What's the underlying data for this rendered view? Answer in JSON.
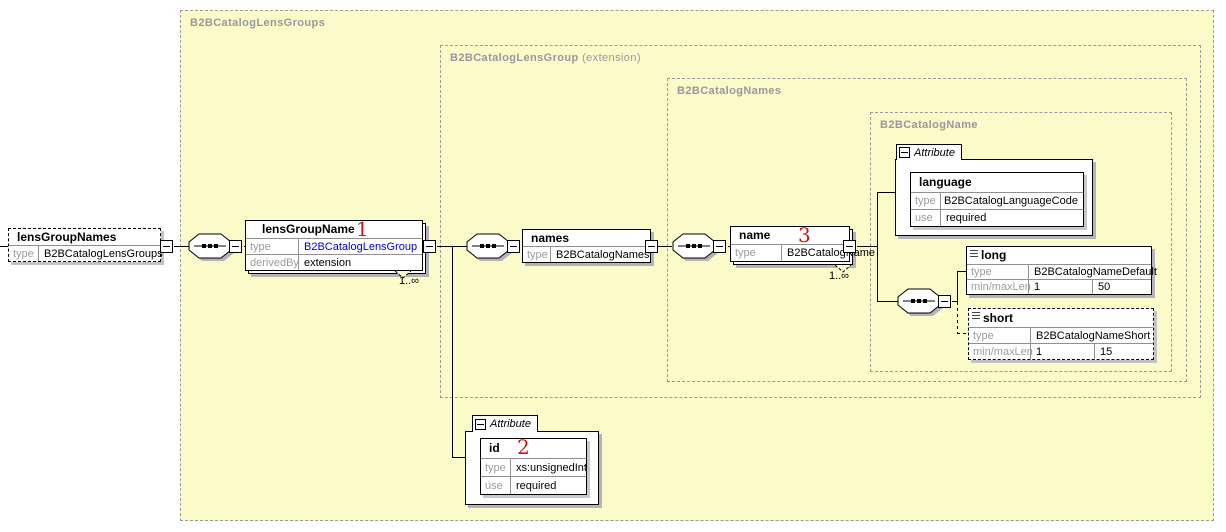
{
  "colors": {
    "container_fill": "#FBFBC9",
    "type_link_blue": "#0000D4",
    "annotation_red": "#CC1414"
  },
  "containers": {
    "lens_groups": {
      "label": "B2BCatalogLensGroups"
    },
    "lens_group": {
      "label": "B2BCatalogLensGroup",
      "qualifier": "(extension)"
    },
    "names": {
      "label": "B2BCatalogNames"
    },
    "name": {
      "label": "B2BCatalogName"
    }
  },
  "attribute_section_label": "Attribute",
  "elements": {
    "lensGroupNames": {
      "title": "lensGroupNames",
      "type_label": "type",
      "type_value": "B2BCatalogLensGroups"
    },
    "lensGroupName": {
      "title": "lensGroupName",
      "annotation": "1",
      "type_label": "type",
      "type_value": "B2BCatalogLensGroup",
      "derived_label": "derivedBy",
      "derived_value": "extension",
      "occurs": "1..∞"
    },
    "names": {
      "title": "names",
      "type_label": "type",
      "type_value": "B2BCatalogNames"
    },
    "name": {
      "title": "name",
      "annotation": "3",
      "type_label": "type",
      "type_value": "B2BCatalogName",
      "occurs": "1..∞"
    },
    "language": {
      "title": "language",
      "type_label": "type",
      "type_value": "B2BCatalogLanguageCode",
      "use_label": "use",
      "use_value": "required"
    },
    "long": {
      "title": "long",
      "type_label": "type",
      "type_value": "B2BCatalogNameDefault",
      "len_label": "min/maxLen",
      "len_min": "1",
      "len_max": "50"
    },
    "short": {
      "title": "short",
      "type_label": "type",
      "type_value": "B2BCatalogNameShort",
      "len_label": "min/maxLen",
      "len_min": "1",
      "len_max": "15"
    },
    "id": {
      "title": "id",
      "annotation": "2",
      "type_label": "type",
      "type_value": "xs:unsignedInt",
      "use_label": "use",
      "use_value": "required"
    }
  }
}
